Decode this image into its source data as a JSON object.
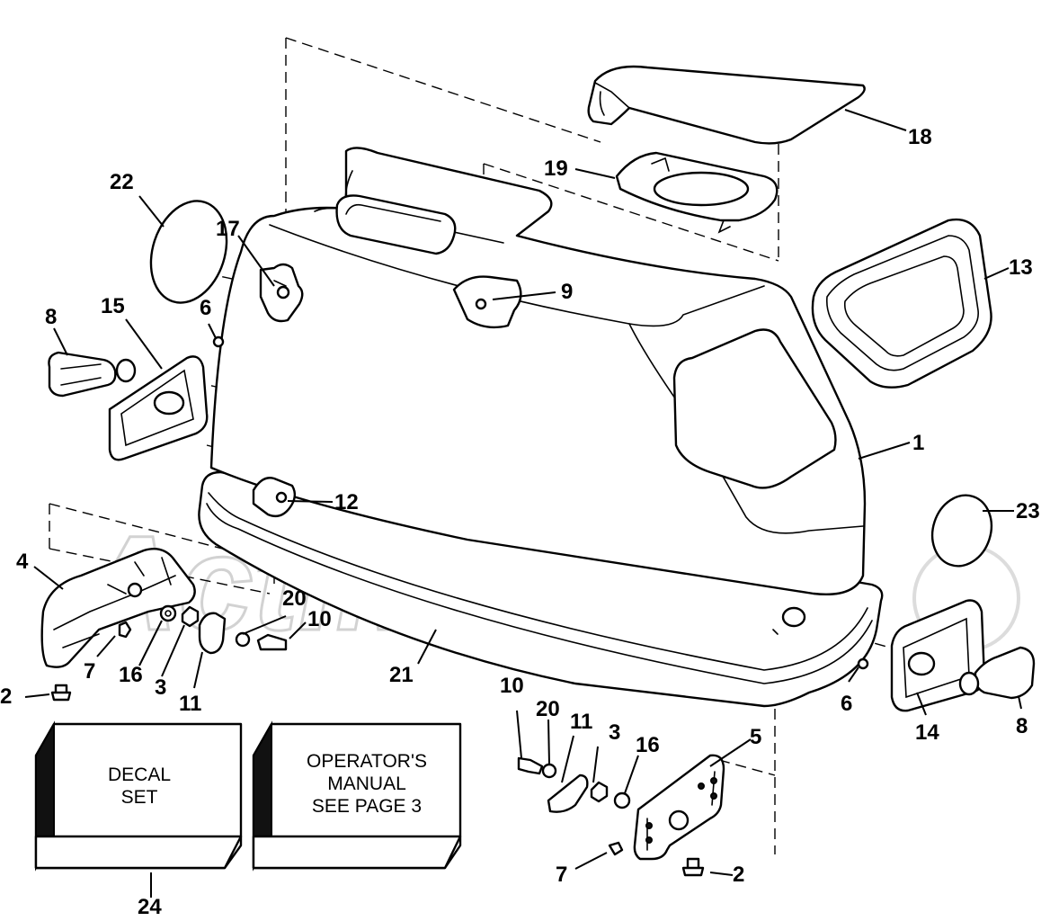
{
  "watermark": {
    "text": "ActiMoto"
  },
  "callouts": [
    "1",
    "2",
    "2",
    "3",
    "3",
    "4",
    "5",
    "6",
    "6",
    "7",
    "7",
    "8",
    "8",
    "9",
    "10",
    "10",
    "11",
    "11",
    "12",
    "13",
    "14",
    "15",
    "16",
    "16",
    "17",
    "18",
    "19",
    "20",
    "20",
    "21",
    "22",
    "23",
    "24"
  ],
  "boxes": {
    "decal": {
      "line1": "DECAL",
      "line2": "SET"
    },
    "manual": {
      "line1": "OPERATOR'S",
      "line2": "MANUAL",
      "line3": "SEE PAGE 3"
    }
  }
}
